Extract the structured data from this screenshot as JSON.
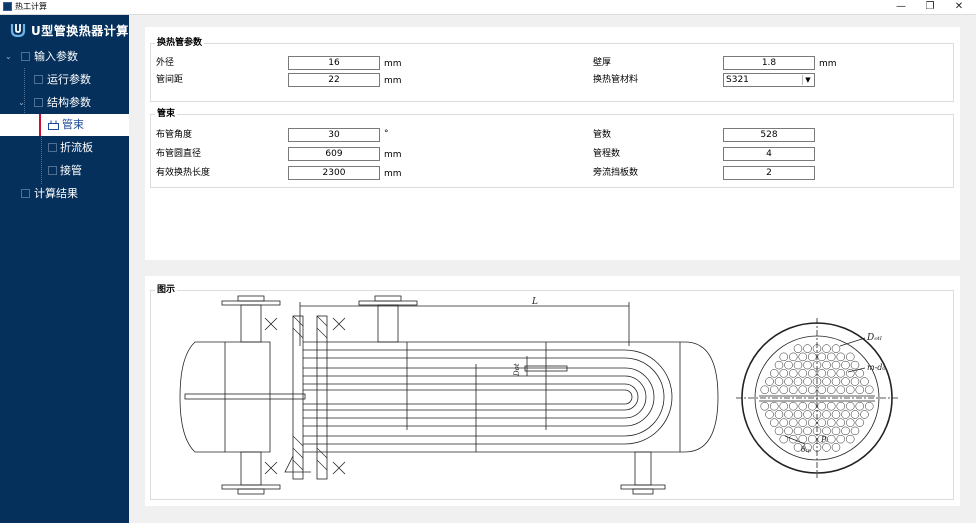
{
  "window": {
    "title": "热工计算",
    "min": "—",
    "max": "❐",
    "close": "✕"
  },
  "sidebar": {
    "brand": "U型管换热器计算",
    "items": [
      {
        "label": "输入参数"
      },
      {
        "label": "运行参数"
      },
      {
        "label": "结构参数"
      },
      {
        "label": "管束"
      },
      {
        "label": "折流板"
      },
      {
        "label": "接管"
      },
      {
        "label": "计算结果"
      }
    ]
  },
  "tube_params": {
    "title": "换热管参数",
    "outer_diameter": {
      "label": "外径",
      "value": "16",
      "unit": "mm"
    },
    "wall_thickness": {
      "label": "壁厚",
      "value": "1.8",
      "unit": "mm"
    },
    "tube_pitch": {
      "label": "管间距",
      "value": "22",
      "unit": "mm"
    },
    "material": {
      "label": "换热管材料",
      "value": "S321"
    }
  },
  "bundle": {
    "title": "管束",
    "layout_angle": {
      "label": "布管角度",
      "value": "30",
      "unit": "°"
    },
    "tube_count": {
      "label": "管数",
      "value": "528"
    },
    "layout_diameter": {
      "label": "布管圆直径",
      "value": "609",
      "unit": "mm"
    },
    "pass_count": {
      "label": "管程数",
      "value": "4"
    },
    "effective_length": {
      "label": "有效换热长度",
      "value": "2300",
      "unit": "mm"
    },
    "bypass_baffles": {
      "label": "旁流挡板数",
      "value": "2"
    }
  },
  "diagram": {
    "title": "图示",
    "length_label": "L",
    "dot_label": "Dot",
    "d0_label": "d₀",
    "ds_label": "Dₒₜₗ",
    "m_d0_label": "m-d₀",
    "pt_label": "Pₜ",
    "theta_label": "θₜₚ"
  },
  "colors": {
    "sidebar_bg": "#06305c",
    "accent": "#c8102e",
    "active_text": "#1a4a9a"
  }
}
